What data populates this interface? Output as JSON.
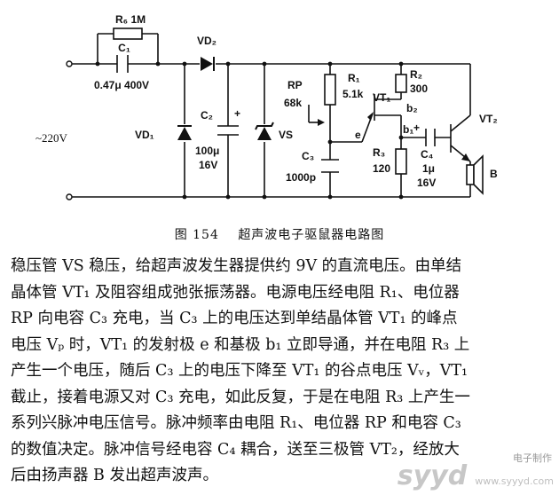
{
  "diagram": {
    "labels": {
      "r6": "R₆ 1M",
      "c1": "C₁",
      "c1_value": "0.47μ 400V",
      "vd2": "VD₂",
      "ac": "~220V",
      "vd1": "VD₁",
      "c2": "C₂",
      "c2_value_1": "100μ",
      "c2_value_2": "16V",
      "plus_c2": "+",
      "vs": "VS",
      "rp": "RP",
      "rp_value": "68k",
      "r1": "R₁",
      "r1_value": "5.1k",
      "vt1": "VT₁",
      "r2": "R₂",
      "r2_value": "300",
      "b2": "b₂",
      "e": "e",
      "b1": "b₁",
      "vt2": "VT₂",
      "c3": "C₃",
      "c3_value": "1000p",
      "r3": "R₃",
      "r3_value": "120",
      "c4": "C₄",
      "c4_value_1": "1μ",
      "c4_value_2": "16V",
      "plus_c4": "+",
      "speaker": "B"
    },
    "caption_number": "图 154",
    "caption_title": "超声波电子驱鼠器电路图"
  },
  "text": {
    "lines": [
      "稳压管 VS 稳压，给超声波发生器提供约 9V 的直流电压。由单结",
      "晶体管 VT₁ 及阻容组成弛张振荡器。电源电压经电阻 R₁、电位器",
      "RP 向电容 C₃ 充电，当 C₃ 上的电压达到单结晶体管 VT₁ 的峰点",
      "电压 Vₚ 时，VT₁ 的发射极 e 和基极 b₁ 立即导通，并在电阻 R₃ 上",
      "产生一个电压，随后 C₃ 上的电压下降至 VT₁ 的谷点电压 Vᵥ，VT₁",
      "截止，接着电源又对 C₃ 充电，如此反复，于是在电阻 R₃ 上产生一",
      "系列兴脉冲电压信号。脉冲频率由电阻 R₁、电位器 RP 和电容 C₃",
      "的数值决定。脉冲信号经电容 C₄ 耦合，送至三极管 VT₂，经放大",
      "后由扬声器 B 发出超声波声。"
    ]
  },
  "watermark": {
    "logo": "syyd",
    "site": "www.syyyd.com",
    "cn": "电子制作"
  }
}
